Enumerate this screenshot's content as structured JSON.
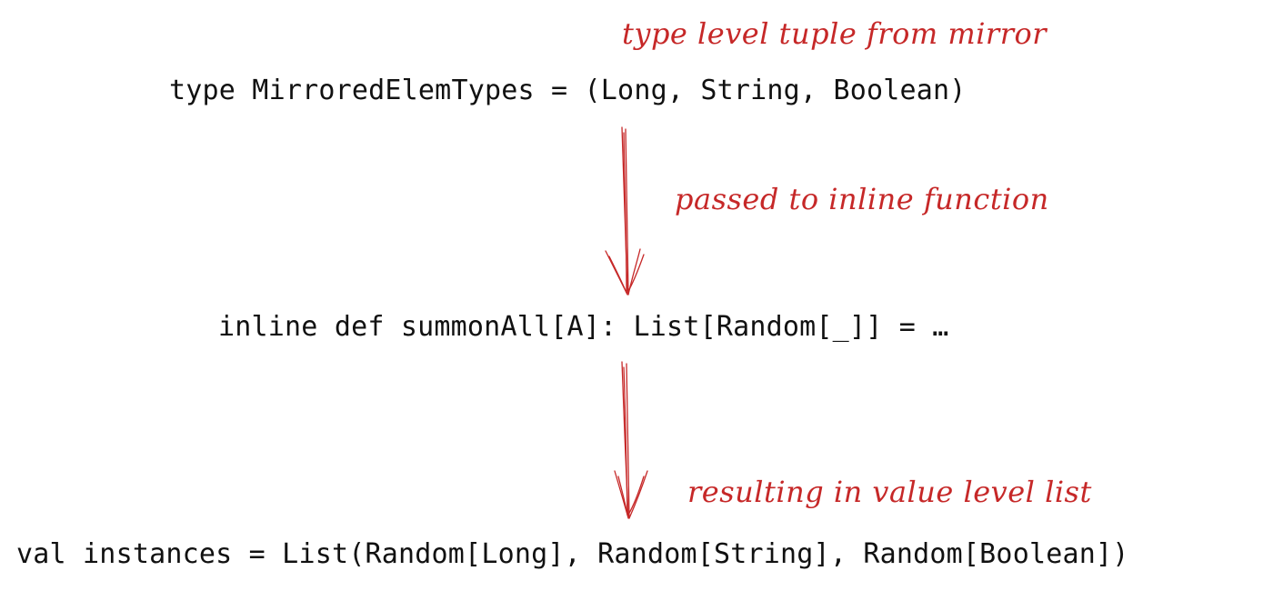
{
  "code_lines": {
    "type_line": "type MirroredElemTypes = (Long, String, Boolean)",
    "inline_line": "inline def summonAll[A]: List[Random[_]] = …",
    "val_line": "val instances = List(Random[Long], Random[String], Random[Boolean])"
  },
  "annotations": {
    "top": "type level tuple from mirror",
    "middle": "passed to inline function",
    "bottom": "resulting in value level list"
  },
  "colors": {
    "code": "#111111",
    "annotation": "#c62828",
    "background": "#ffffff"
  }
}
